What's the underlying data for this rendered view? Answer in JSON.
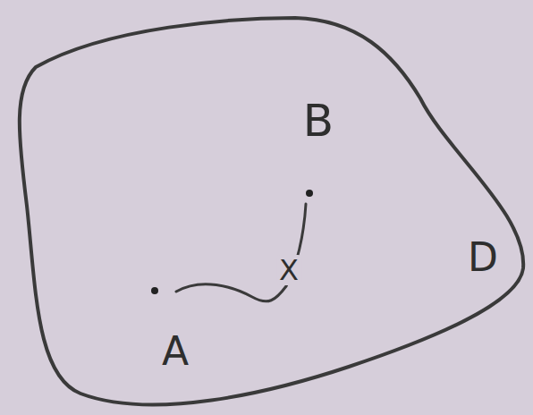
{
  "diagram": {
    "labels": [
      "B",
      "D",
      "X",
      "A"
    ]
  }
}
